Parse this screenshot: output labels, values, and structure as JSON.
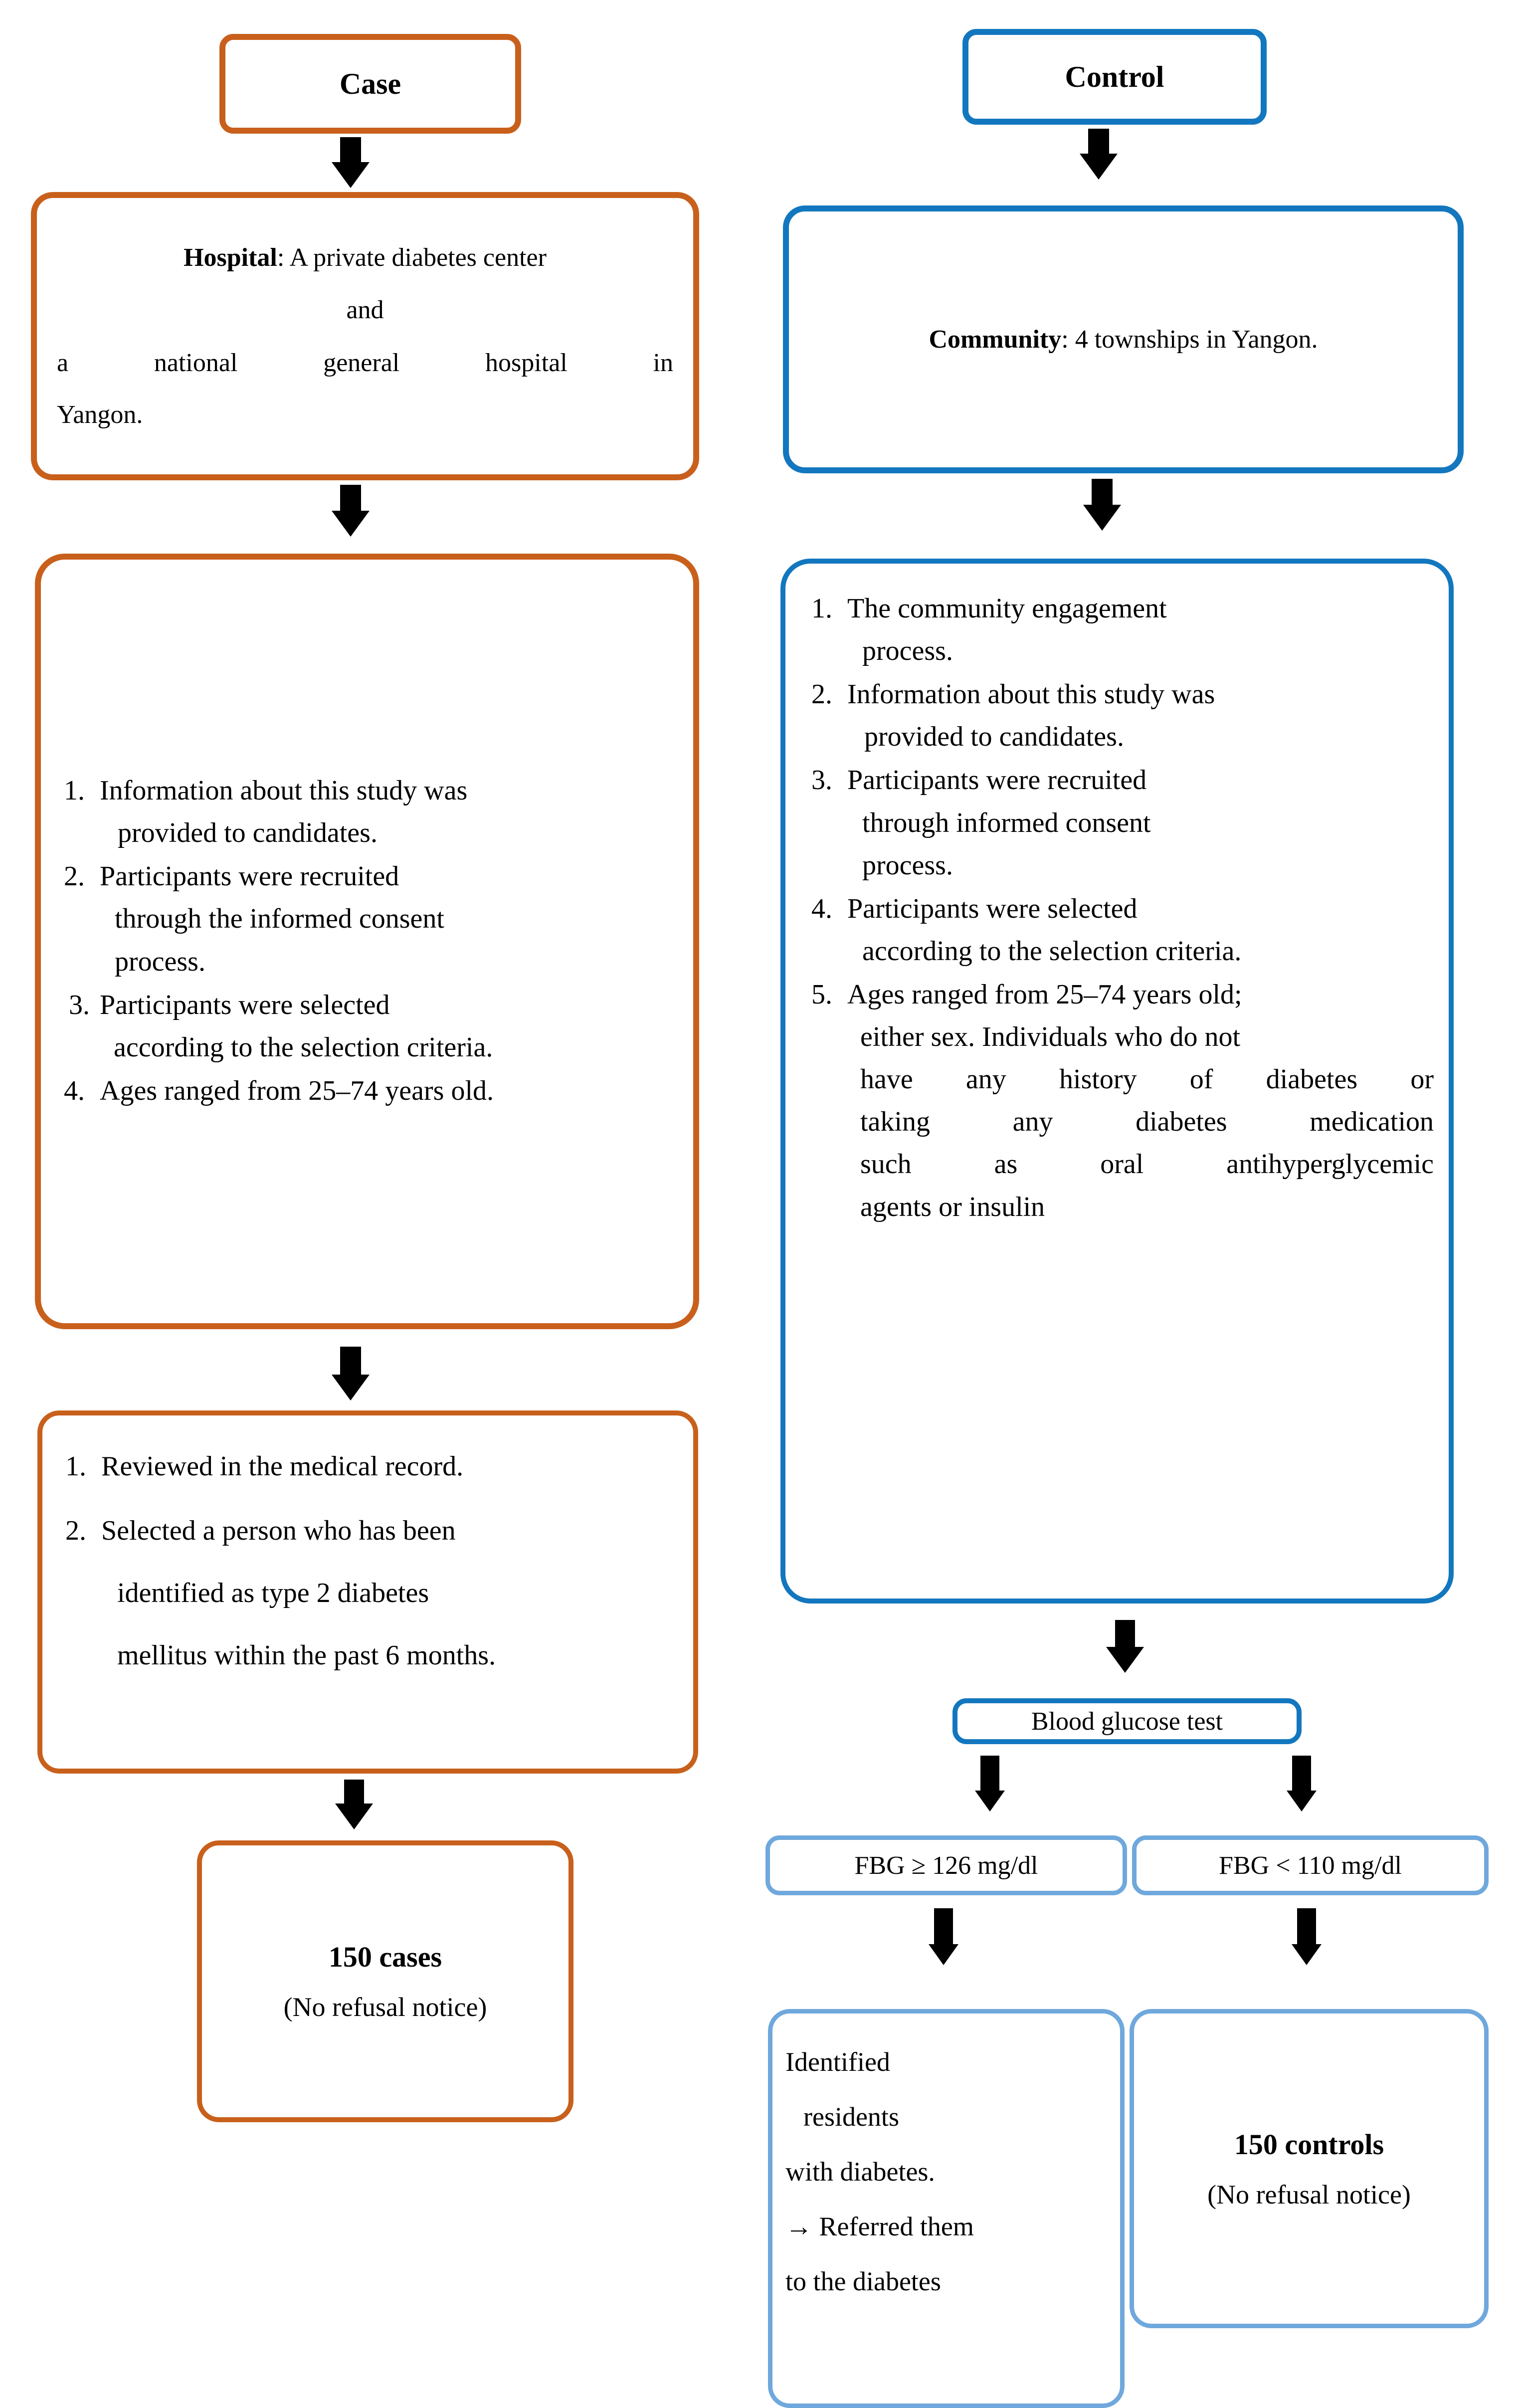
{
  "colors": {
    "case_orange": "#C8601C",
    "control_blue": "#1277BE",
    "light_blue": "#6FA8DC",
    "arrow_black": "#000000",
    "background": "#FFFFFF"
  },
  "chart_data": {
    "type": "diagram",
    "title": "Case-control participant recruitment flowchart",
    "branches": [
      "Case",
      "Control"
    ]
  },
  "case": {
    "header": "Case",
    "site": {
      "label": "Hospital",
      "separator": ":",
      "line1": "A private diabetes center",
      "line2": "and",
      "line3": "a national general hospital in",
      "line4": "Yangon."
    },
    "steps": [
      {
        "num": "1.",
        "line1": "Information about this study was",
        "line2": "provided to candidates."
      },
      {
        "num": "2.",
        "line1": "Participants were recruited",
        "line2": "through the informed consent",
        "line3": "process."
      },
      {
        "num": "3.",
        "line1": "Participants were selected",
        "line2": "according to the selection criteria."
      },
      {
        "num": "4.",
        "line1": "Ages ranged from 25–74 years old."
      }
    ],
    "review": [
      {
        "num": "1.",
        "line1": "Reviewed in the medical record."
      },
      {
        "num": "2.",
        "line1": "Selected a person who has been",
        "line2": "identified as type 2 diabetes",
        "line3": "mellitus within the past 6 months."
      }
    ],
    "result": {
      "count": "150",
      "unit": "cases",
      "note": "(No refusal notice)"
    }
  },
  "control": {
    "header": "Control",
    "site": {
      "label": "Community",
      "separator": ":",
      "text": "4 townships in Yangon."
    },
    "steps": [
      {
        "num": "1.",
        "line1": "The community engagement",
        "line2": "process."
      },
      {
        "num": "2.",
        "line1": "Information about this study was",
        "line2": "provided to candidates."
      },
      {
        "num": "3.",
        "line1": "Participants were recruited",
        "line2": "through informed consent",
        "line3": "process."
      },
      {
        "num": "4.",
        "line1": "Participants were selected",
        "line2": "according to the selection criteria."
      },
      {
        "num": "5.",
        "line1": "Ages ranged from 25–74 years old;",
        "line2": "either sex. Individuals who do not",
        "line3": "have any history of diabetes or",
        "line4": "taking any diabetes medication",
        "line5": "such as oral antihyperglycemic",
        "line6": "agents or insulin"
      }
    ],
    "test": "Blood glucose test",
    "criteria_high": "FBG ≥ 126  mg/dl",
    "criteria_low": "FBG < 110  mg/dl",
    "identified": {
      "line1": "Identified",
      "line2": "residents",
      "line3": "with diabetes.",
      "line4_arrow": "→",
      "line4": "Referred them",
      "line5": "to the diabetes"
    },
    "result": {
      "count": "150",
      "unit": "controls",
      "note": "(No refusal notice)"
    }
  },
  "icons": {
    "down_arrow": "down-arrow-icon",
    "right_arrow": "right-arrow-icon"
  }
}
